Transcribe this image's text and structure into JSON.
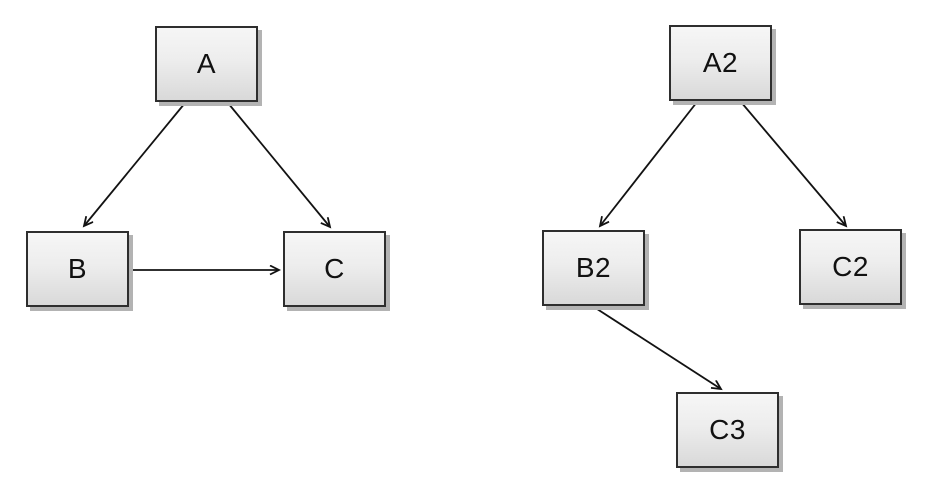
{
  "canvas": {
    "background_color": "#ffffff",
    "node_border_color": "#2e2e2e",
    "node_fill_top": "#f6f6f6",
    "node_fill_bottom": "#d9d9d9",
    "node_shadow_color": "#b3b3b3",
    "arrow_color": "#121212"
  },
  "diagrams": [
    {
      "id": "left-graph",
      "nodes": [
        {
          "id": "A",
          "label": "A"
        },
        {
          "id": "B",
          "label": "B"
        },
        {
          "id": "C",
          "label": "C"
        }
      ],
      "edges": [
        {
          "from": "A",
          "to": "B"
        },
        {
          "from": "A",
          "to": "C"
        },
        {
          "from": "B",
          "to": "C"
        }
      ]
    },
    {
      "id": "right-graph",
      "nodes": [
        {
          "id": "A2",
          "label": "A2"
        },
        {
          "id": "B2",
          "label": "B2"
        },
        {
          "id": "C2",
          "label": "C2"
        },
        {
          "id": "C3",
          "label": "C3"
        }
      ],
      "edges": [
        {
          "from": "A2",
          "to": "B2"
        },
        {
          "from": "A2",
          "to": "C2"
        },
        {
          "from": "B2",
          "to": "C3"
        }
      ]
    }
  ]
}
